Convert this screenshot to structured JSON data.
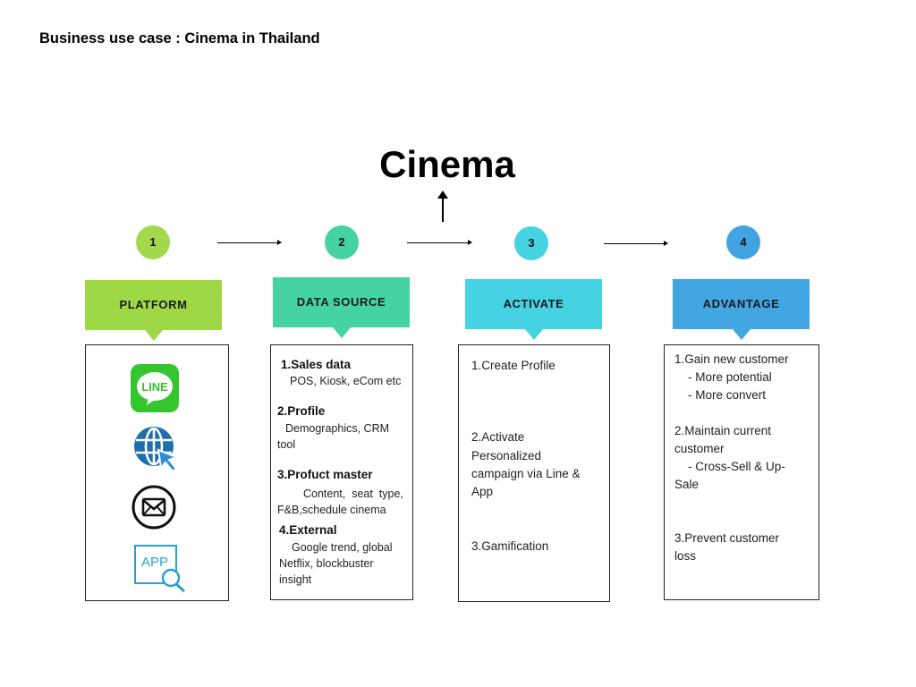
{
  "header": {
    "title": "Business use case : Cinema in Thailand"
  },
  "hero": {
    "title": "Cinema"
  },
  "steps": [
    {
      "number": "1",
      "label": "PLATFORM",
      "color": "#9fd846",
      "circle_color": "#a3d84c"
    },
    {
      "number": "2",
      "label": "DATA SOURCE",
      "color": "#45d3a3",
      "circle_color": "#45d1a0"
    },
    {
      "number": "3",
      "label": "ACTIVATE",
      "color": "#45d3e3",
      "circle_color": "#44d4e2"
    },
    {
      "number": "4",
      "label": "ADVANTAGE",
      "color": "#42a6e3",
      "circle_color": "#41a4e0"
    }
  ],
  "platform": {
    "icons": [
      "line-app-icon",
      "web-globe-cursor-icon",
      "email-icon",
      "app-search-icon"
    ],
    "line_text": "LINE",
    "app_text": "APP"
  },
  "data_source": {
    "items": [
      {
        "title": "1.Sales data",
        "lines": [
          "POS, Kiosk, eCom etc"
        ]
      },
      {
        "title": "2.Profile",
        "lines": [
          "Demographics, CRM",
          "tool"
        ]
      },
      {
        "title": "3.Profuct master",
        "lines": [
          "Content,  seat  type,",
          "F&B,schedule cinema"
        ]
      },
      {
        "title": "4.External",
        "lines": [
          "Google trend, global",
          "Netflix, blockbuster",
          "insight"
        ]
      }
    ]
  },
  "activate": {
    "items": [
      {
        "lines": [
          "1.Create Profile"
        ]
      },
      {
        "lines": [
          "2.Activate",
          "Personalized",
          "campaign via Line &",
          "App"
        ]
      },
      {
        "lines": [
          "3.Gamification"
        ]
      }
    ]
  },
  "advantage": {
    "items": [
      {
        "lines": [
          "1.Gain new customer",
          "    - More potential",
          "    - More convert"
        ]
      },
      {
        "lines": [
          "2.Maintain current",
          "customer",
          "    - Cross-Sell & Up-",
          "Sale"
        ]
      },
      {
        "lines": [
          "3.Prevent customer",
          "loss"
        ]
      }
    ]
  }
}
